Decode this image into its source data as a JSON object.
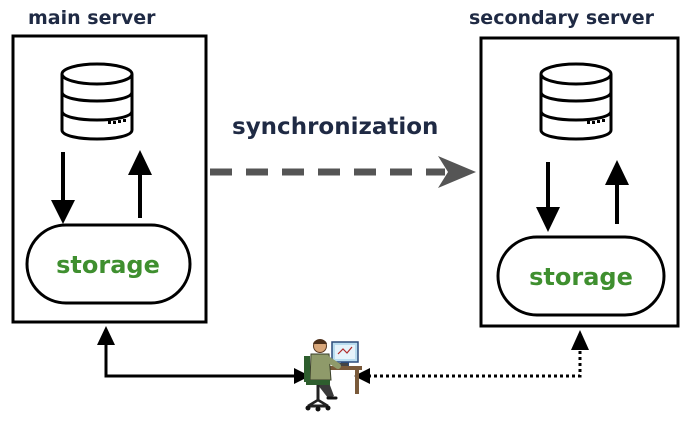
{
  "main_server": {
    "title": "main server",
    "storage_label": "storage"
  },
  "secondary_server": {
    "title": "secondary server",
    "storage_label": "storage"
  },
  "synchronization_label": "synchronization",
  "icons": {
    "database": "database-icon",
    "user": "user-at-computer-icon"
  },
  "colors": {
    "title_text": "#1f2a44",
    "storage_text": "#3f8f2f",
    "sync_arrow": "#555555",
    "lines": "#000000"
  }
}
